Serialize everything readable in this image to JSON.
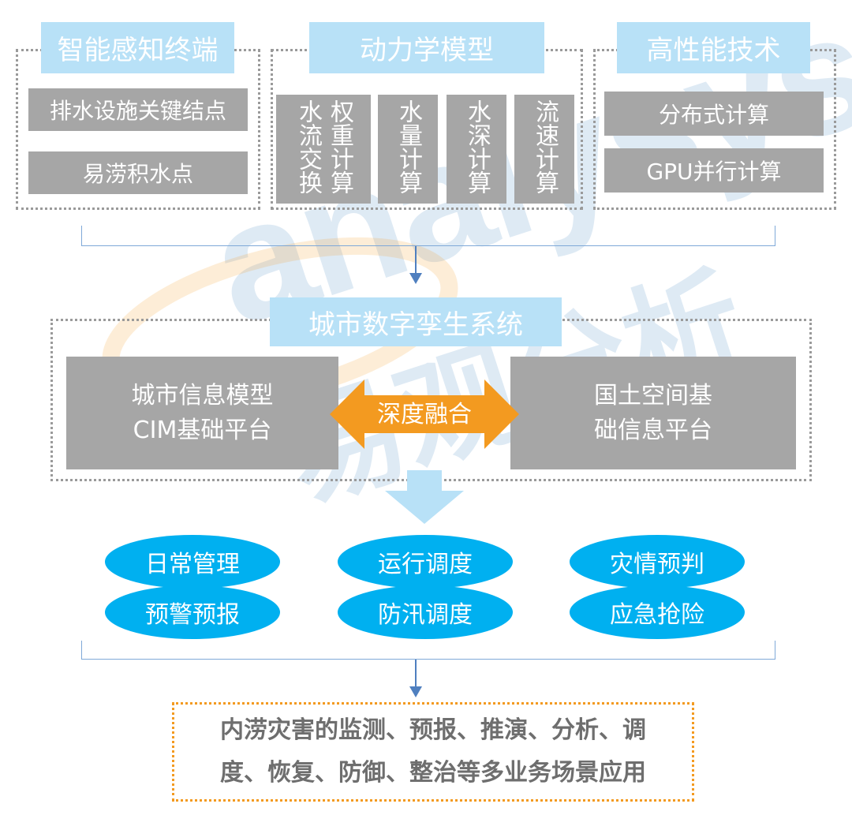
{
  "top": {
    "sensor": {
      "title": "智能感知终端",
      "items": [
        "排水设施关键结点",
        "易涝积水点"
      ]
    },
    "dynamics": {
      "title": "动力学模型",
      "columns": [
        {
          "lines": [
            "水流交换",
            "权重计算"
          ]
        },
        {
          "lines": [
            "水量计算"
          ]
        },
        {
          "lines": [
            "水深计算"
          ]
        },
        {
          "lines": [
            "流速计算"
          ]
        }
      ]
    },
    "hpc": {
      "title": "高性能技术",
      "items": [
        "分布式计算",
        "GPU并行计算"
      ]
    }
  },
  "middle": {
    "title": "城市数字孪生系统",
    "left_lines": [
      "城市信息模型",
      "CIM基础平台"
    ],
    "right_lines": [
      "国土空间基",
      "础信息平台"
    ],
    "fusion": "深度融合"
  },
  "apps": [
    {
      "a": "日常管理",
      "b": "预警预报"
    },
    {
      "a": "运行调度",
      "b": "防汛调度"
    },
    {
      "a": "灾情预判",
      "b": "应急抢险"
    }
  ],
  "result_lines": [
    "内涝灾害的监测、预报、推演、分析、调",
    "度、恢复、防御、整治等多业务场景应用"
  ],
  "watermark": {
    "latin": "analysys",
    "cjk": "易观分析"
  },
  "colors": {
    "title_fill": "#b8e1f7",
    "grey_fill": "#a6a6a6",
    "ellipse_fill": "#00b0f0",
    "fusion_arrow": "#f39a20",
    "result_border": "#f39a20",
    "arrow_down": "#b8e1f7"
  }
}
